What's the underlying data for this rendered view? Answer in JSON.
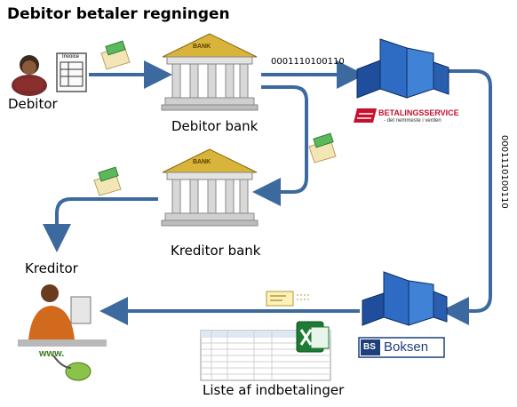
{
  "title": "Debitor betaler regningen",
  "nodes": {
    "debitor": "Debitor",
    "debitor_bank": "Debitor bank",
    "kreditor_bank": "Kreditor bank",
    "kreditor": "Kreditor",
    "liste": "Liste af indbetalinger"
  },
  "logos": {
    "bank_sign": "BANK",
    "invoice": "Invoice",
    "betalingsservice_name": "BETALINGSSERVICE",
    "betalingsservice_tagline": "- det nemmeste i verden",
    "boksen_bs": "BS",
    "boksen_name": "Boksen",
    "www": "www."
  },
  "binary_codes": {
    "horizontal": "0001110100110",
    "vertical": "0001110100110"
  },
  "colors": {
    "arrow": "#3d6a9e",
    "bank": "#c9a42a",
    "building": "#2c5fb0",
    "bs_red": "#c8102e",
    "money": "#4caf50"
  }
}
